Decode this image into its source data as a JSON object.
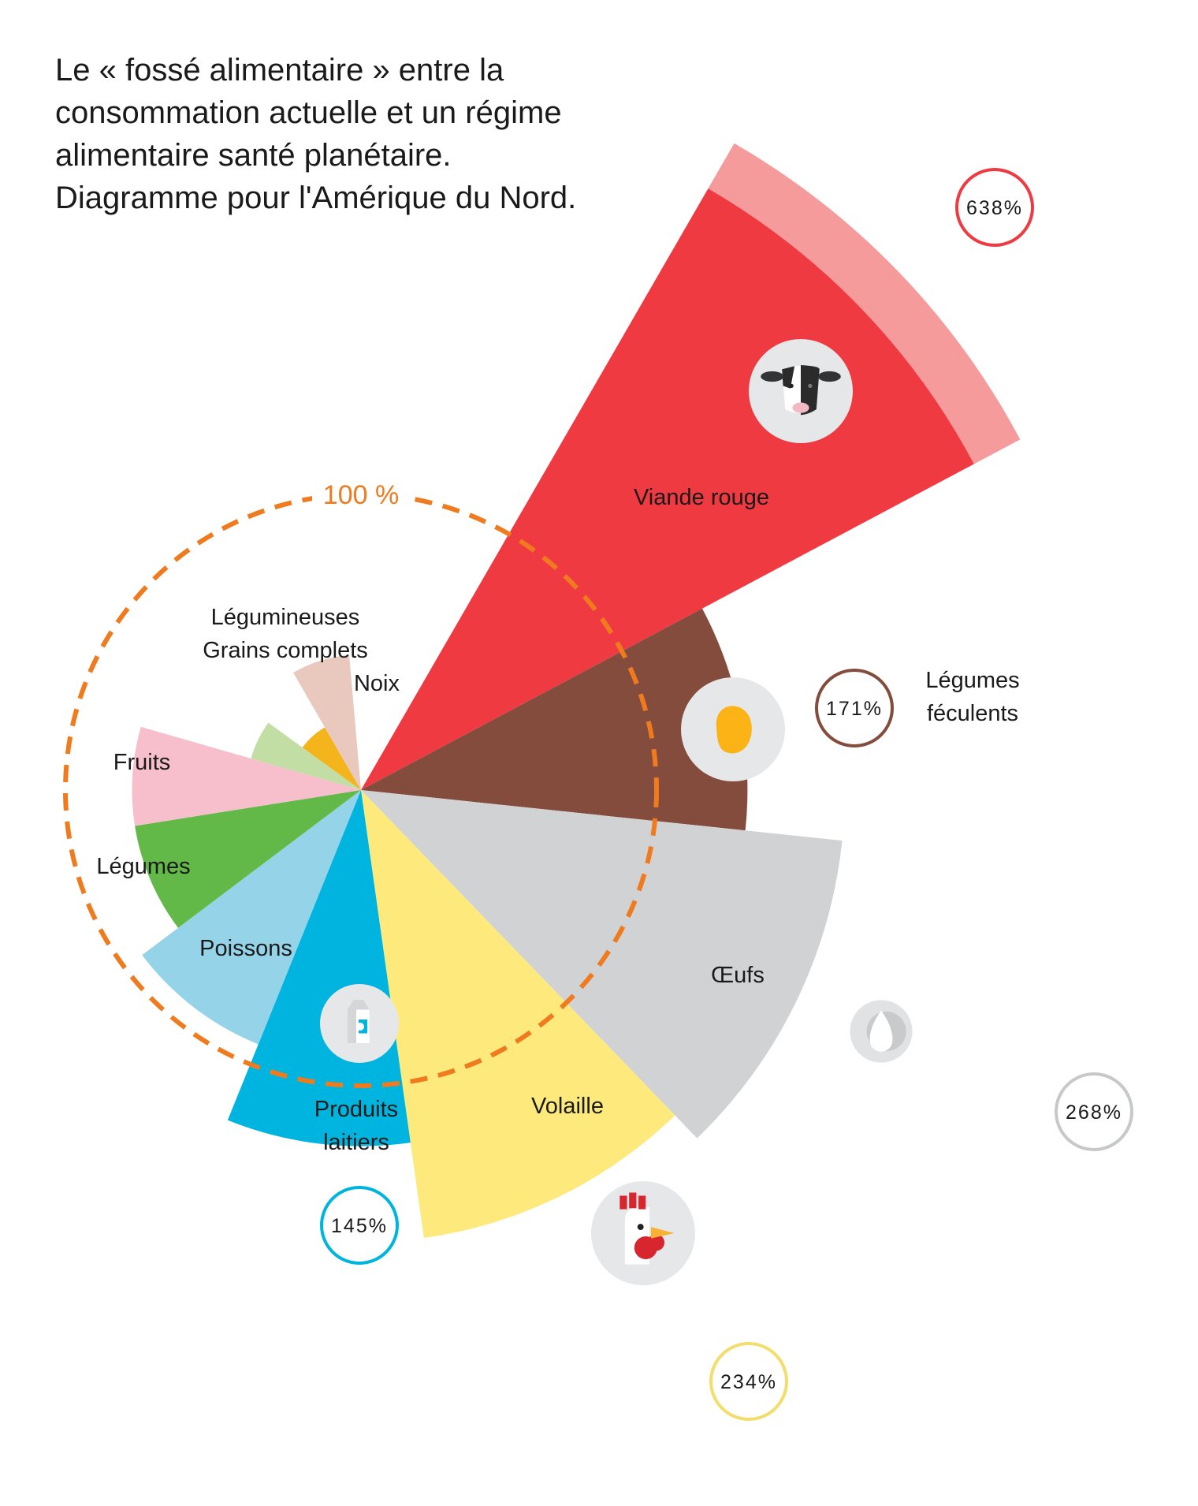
{
  "title_lines": [
    "Le « fossé alimentaire » entre la",
    "consommation actuelle et un régime",
    "alimentaire santé planétaire.",
    "Diagramme pour l'Amérique du Nord."
  ],
  "chart_data": {
    "type": "pie",
    "variant": "polar-area",
    "unit": "%",
    "reference": {
      "label": "100 %",
      "value": 100,
      "color": "#f07a1e"
    },
    "categories": [
      {
        "label": [
          "Viande rouge"
        ],
        "value": 638,
        "value_label": "638%",
        "color": "#ef3a42",
        "icon": "cow-icon",
        "start": 30,
        "end": 62
      },
      {
        "label": [
          "Légumes",
          "féculents"
        ],
        "value": 171,
        "value_label": "171%",
        "color": "#844c3c",
        "icon": "potato-icon",
        "start": 62,
        "end": 96
      },
      {
        "label": [
          "Œufs"
        ],
        "value": 268,
        "value_label": "268%",
        "color": "#d1d2d4",
        "icon": "egg-icon",
        "start": 96,
        "end": 136
      },
      {
        "label": [
          "Volaille"
        ],
        "value": 234,
        "value_label": "234%",
        "color": "#fde97c",
        "icon": "rooster-icon",
        "start": 136,
        "end": 172
      },
      {
        "label": [
          "Produits",
          "laitiers"
        ],
        "value": 145,
        "value_label": "145%",
        "color": "#00b4e0",
        "icon": "milk-carton-icon",
        "start": 172,
        "end": 202
      },
      {
        "label": [
          "Poissons"
        ],
        "value": 86,
        "color": "#95d4e8",
        "start": 202,
        "end": 233
      },
      {
        "label": [
          "Légumes"
        ],
        "value": 60,
        "color": "#62b948",
        "start": 233,
        "end": 261
      },
      {
        "label": [
          "Fruits"
        ],
        "value": 60,
        "color": "#f7bfcb",
        "start": 261,
        "end": 286
      },
      {
        "label": [
          "Grains complets"
        ],
        "value": 15,
        "color": "#c2dea4",
        "start": 286,
        "end": 306
      },
      {
        "label": [
          "Légumineuses"
        ],
        "value": 6,
        "color": "#f4b41b",
        "start": 306,
        "end": 330
      },
      {
        "label": [
          "Noix"
        ],
        "value": 21,
        "color": "#e9c8bd",
        "start": 330,
        "end": 355
      }
    ]
  }
}
